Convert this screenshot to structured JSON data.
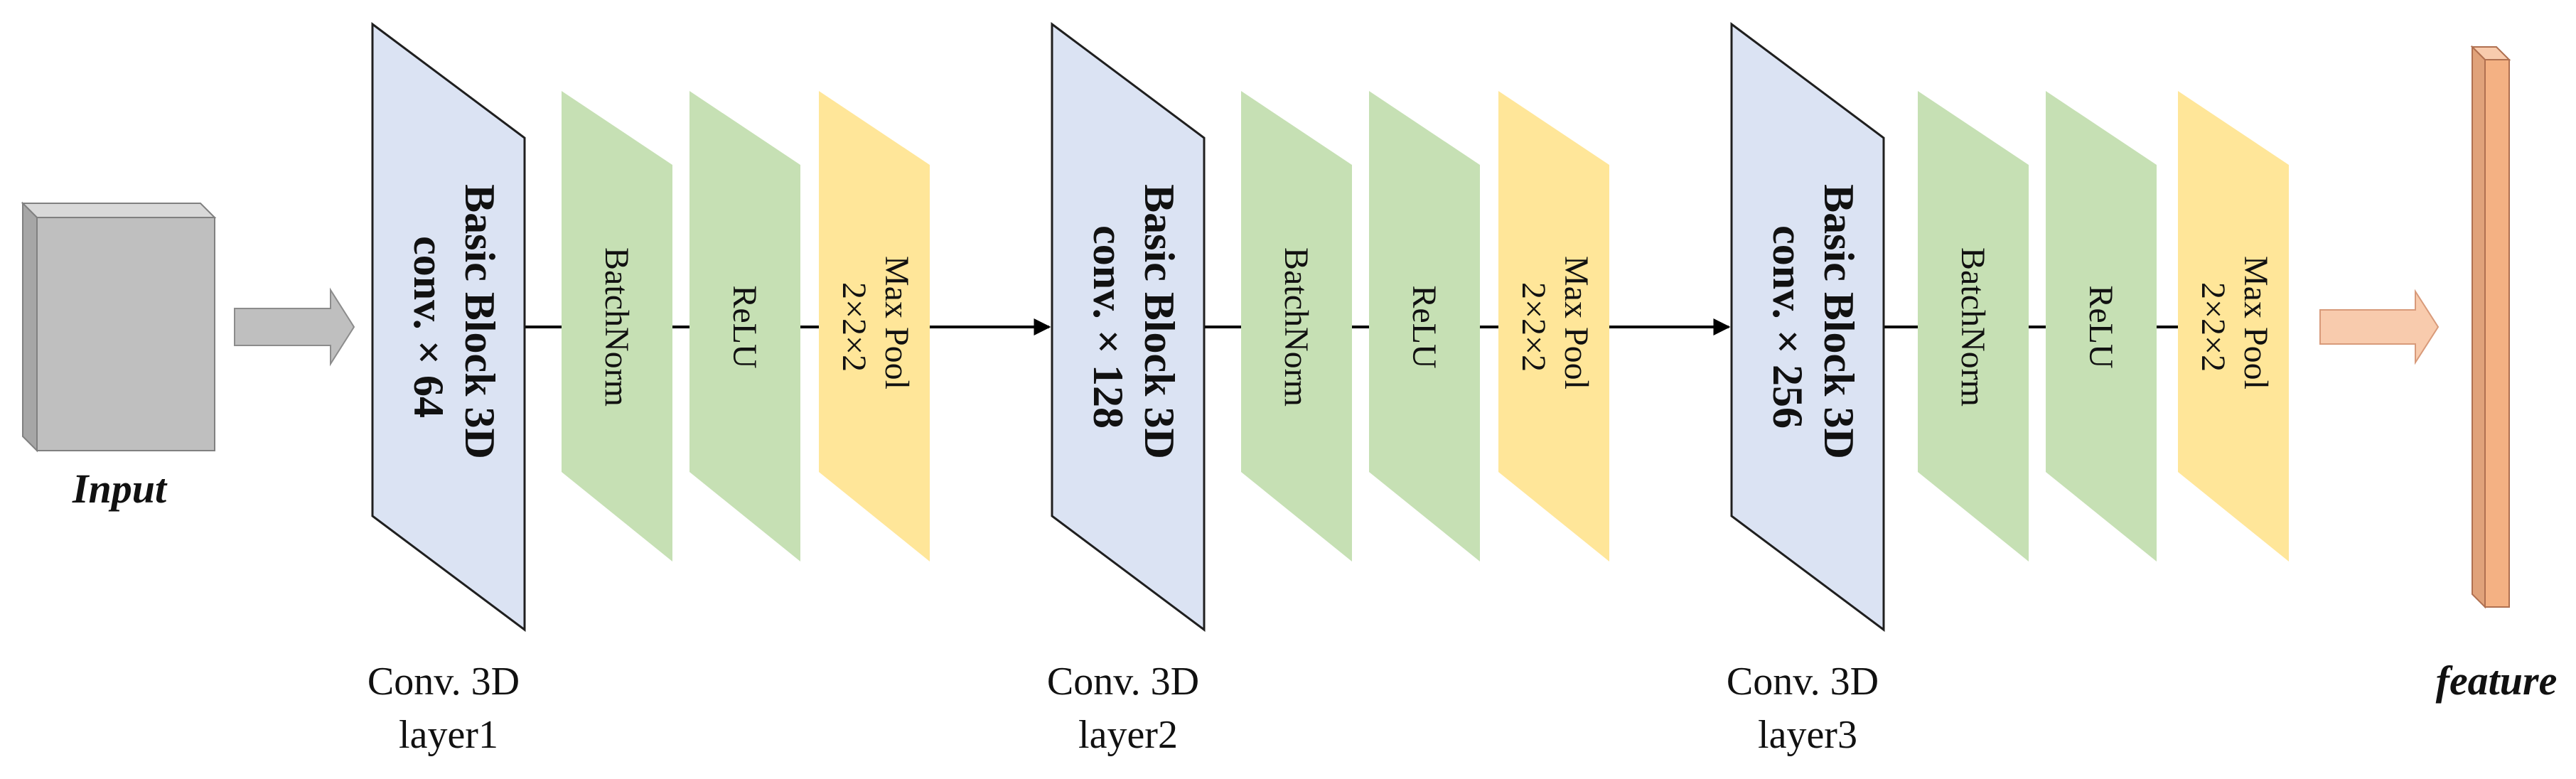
{
  "input_label": "Input",
  "output_label": "feature",
  "layers": [
    {
      "block_line1": "Basic Block 3D",
      "block_line2": "conv. × 64",
      "batchnorm": "BatchNorm",
      "relu": "ReLU",
      "maxpool_line1": "Max Pool",
      "maxpool_line2": "2×2×2",
      "caption_line1": "Conv. 3D",
      "caption_line2": "layer1"
    },
    {
      "block_line1": "Basic Block 3D",
      "block_line2": "conv. × 128",
      "batchnorm": "BatchNorm",
      "relu": "ReLU",
      "maxpool_line1": "Max Pool",
      "maxpool_line2": "2×2×2",
      "caption_line1": "Conv. 3D",
      "caption_line2": "layer2"
    },
    {
      "block_line1": "Basic Block 3D",
      "block_line2": "conv. × 256",
      "batchnorm": "BatchNorm",
      "relu": "ReLU",
      "maxpool_line1": "Max Pool",
      "maxpool_line2": "2×2×2",
      "caption_line1": "Conv. 3D",
      "caption_line2": "layer3"
    }
  ],
  "colors": {
    "conv_block": "#dbe3f3",
    "norm_relu": "#c6e0b4",
    "maxpool": "#ffe699",
    "input_front": "#bfbfbf",
    "input_top": "#d9d9d9",
    "input_side": "#a6a6a6",
    "input_arrow": "#bfbfbf",
    "output_arrow": "#f8cbad",
    "feature_front": "#f4b183",
    "feature_top": "#f8cbad",
    "feature_side": "#e0a27a"
  }
}
